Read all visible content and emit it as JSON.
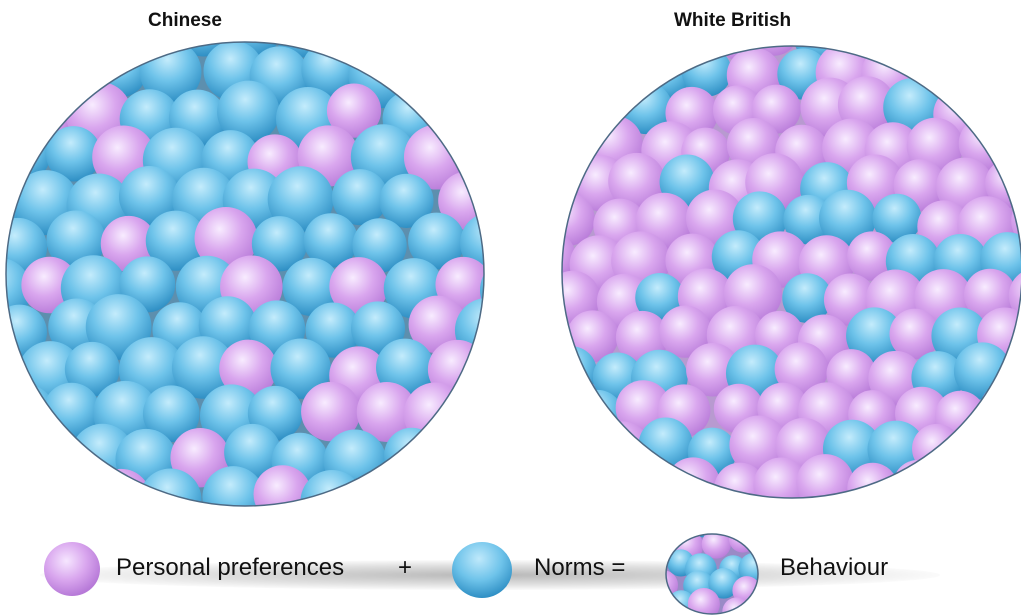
{
  "titles": {
    "left": "Chinese",
    "right": "White British"
  },
  "legend": {
    "personal_label": "Personal preferences",
    "plus": "+",
    "norms_label": "Norms =",
    "behaviour_label": "Behaviour"
  },
  "colors": {
    "personal": "#d9a6ee",
    "personal_dark": "#b77ad8",
    "norms": "#6ec3ea",
    "norms_dark": "#2f8fc4"
  }
}
